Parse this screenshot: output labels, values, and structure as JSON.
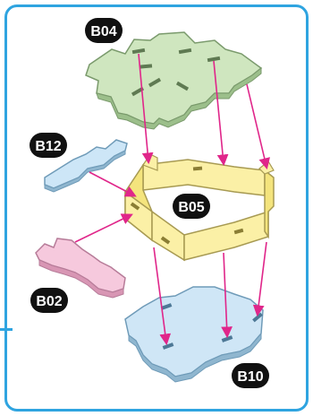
{
  "parts": {
    "b04": {
      "label": "B04",
      "color": "#cfe6bf"
    },
    "b12": {
      "label": "B12",
      "color": "#cde6f7"
    },
    "b05": {
      "label": "B05",
      "color": "#fbf0a6"
    },
    "b02": {
      "label": "B02",
      "color": "#f6c9dd"
    },
    "b10": {
      "label": "B10",
      "color": "#cfe6f6"
    }
  },
  "colors": {
    "frame": "#2fa4e0",
    "arrow": "#e0268a",
    "label_bg": "#111111",
    "label_text": "#ffffff"
  }
}
